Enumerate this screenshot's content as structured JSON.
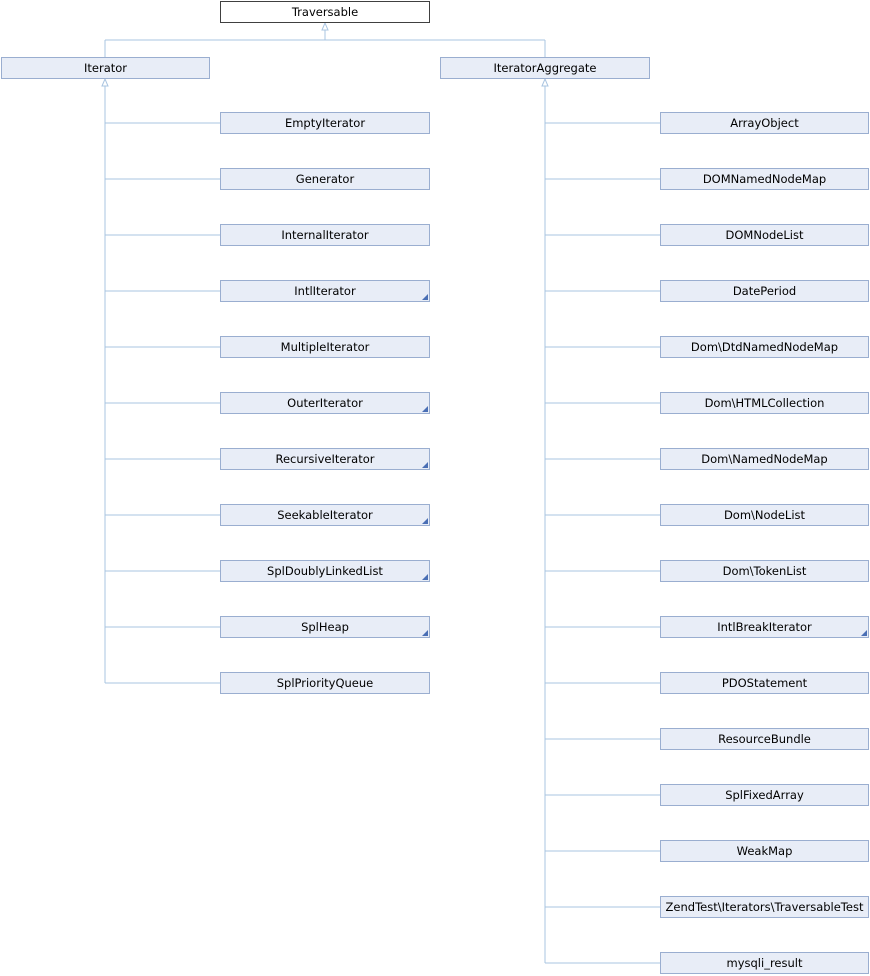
{
  "colors": {
    "connector": "#a9c4e0",
    "node_fill": "#e8edf7",
    "node_border": "#9aaed0",
    "root_border": "#404040",
    "corner_marker": "#4a6fb5"
  },
  "root": {
    "label": "Traversable"
  },
  "iterator": {
    "label": "Iterator",
    "children": [
      {
        "label": "EmptyIterator",
        "has_more": false
      },
      {
        "label": "Generator",
        "has_more": false
      },
      {
        "label": "InternalIterator",
        "has_more": false
      },
      {
        "label": "IntlIterator",
        "has_more": true
      },
      {
        "label": "MultipleIterator",
        "has_more": false
      },
      {
        "label": "OuterIterator",
        "has_more": true
      },
      {
        "label": "RecursiveIterator",
        "has_more": true
      },
      {
        "label": "SeekableIterator",
        "has_more": true
      },
      {
        "label": "SplDoublyLinkedList",
        "has_more": true
      },
      {
        "label": "SplHeap",
        "has_more": true
      },
      {
        "label": "SplPriorityQueue",
        "has_more": false
      }
    ]
  },
  "iterator_aggregate": {
    "label": "IteratorAggregate",
    "children": [
      {
        "label": "ArrayObject",
        "has_more": false
      },
      {
        "label": "DOMNamedNodeMap",
        "has_more": false
      },
      {
        "label": "DOMNodeList",
        "has_more": false
      },
      {
        "label": "DatePeriod",
        "has_more": false
      },
      {
        "label": "Dom\\DtdNamedNodeMap",
        "has_more": false
      },
      {
        "label": "Dom\\HTMLCollection",
        "has_more": false
      },
      {
        "label": "Dom\\NamedNodeMap",
        "has_more": false
      },
      {
        "label": "Dom\\NodeList",
        "has_more": false
      },
      {
        "label": "Dom\\TokenList",
        "has_more": false
      },
      {
        "label": "IntlBreakIterator",
        "has_more": true
      },
      {
        "label": "PDOStatement",
        "has_more": false
      },
      {
        "label": "ResourceBundle",
        "has_more": false
      },
      {
        "label": "SplFixedArray",
        "has_more": false
      },
      {
        "label": "WeakMap",
        "has_more": false
      },
      {
        "label": "ZendTest\\Iterators\\TraversableTest",
        "has_more": false
      },
      {
        "label": "mysqli_result",
        "has_more": false
      }
    ]
  }
}
